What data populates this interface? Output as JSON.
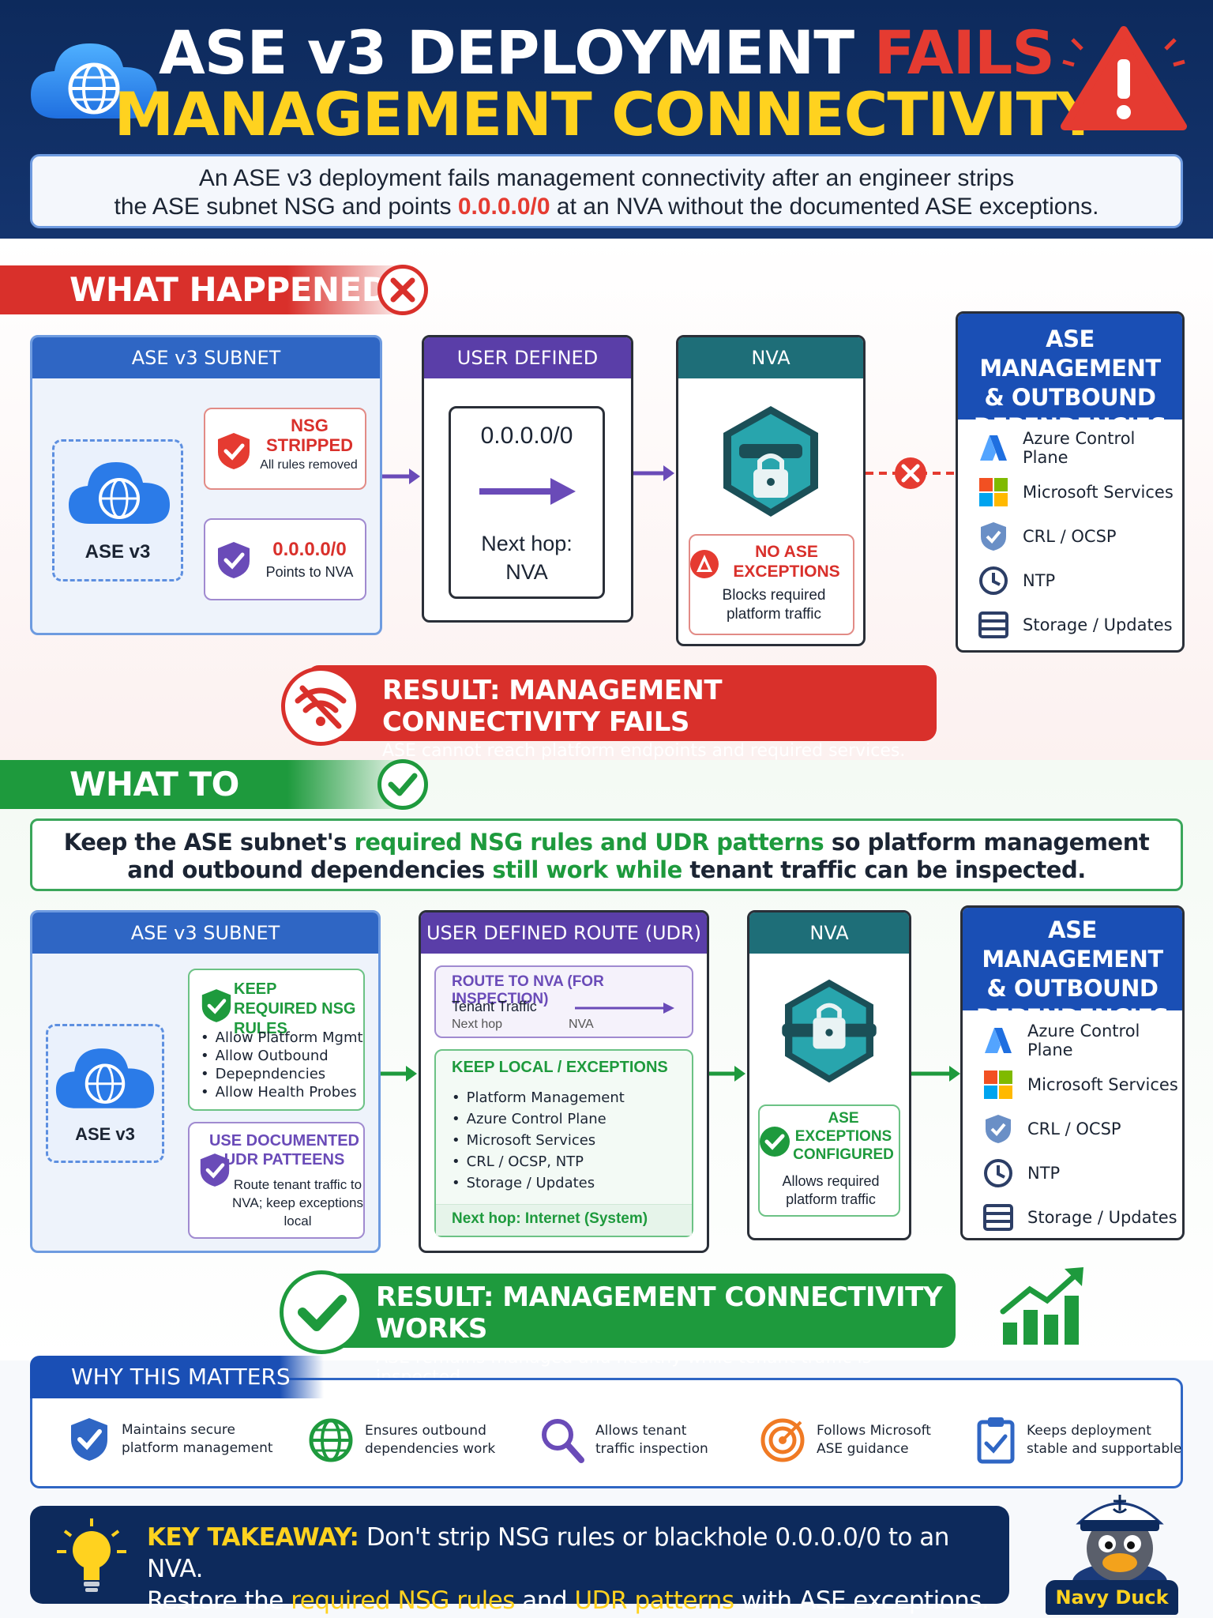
{
  "header": {
    "title_line1_main": "ASE v3 DEPLOYMENT",
    "title_line1_accent": "FAILS",
    "title_line2": "MANAGEMENT CONNECTIVITY",
    "subtitle_part1": "An ASE v3 deployment fails management connectivity after an engineer strips",
    "subtitle_part2": "the ASE subnet NSG and points",
    "subtitle_route": "0.0.0.0/0",
    "subtitle_part3": "at an NVA without the documented ASE exceptions."
  },
  "what_happened": {
    "title": "WHAT HAPPENED",
    "subnet": {
      "header": "ASE v3 SUBNET",
      "ase_label": "ASE v3",
      "nsg_title": "NSG STRIPPED",
      "nsg_sub": "All rules removed",
      "route_title": "0.0.0.0/0",
      "route_sub": "Points to NVA"
    },
    "udr": {
      "header": "USER DEFINED ROUTE",
      "prefix": "0.0.0.0/0",
      "next_hop_label": "Next hop:",
      "next_hop_value": "NVA"
    },
    "nva": {
      "header": "NVA",
      "warn_title": "NO ASE EXCEPTIONS",
      "warn_sub": "Blocks required platform traffic"
    },
    "deps": {
      "header": "ASE MANAGEMENT & OUTBOUND DEPENDENCIES",
      "items": [
        "Azure Control Plane",
        "Microsoft Services",
        "CRL / OCSP",
        "NTP",
        "Storage / Updates"
      ]
    },
    "result": {
      "title": "RESULT: MANAGEMENT CONNECTIVITY FAILS",
      "sub": "ASE cannot reach platform endpoints and required services."
    }
  },
  "what_to_restore": {
    "title": "WHAT TO RESTORE",
    "intro_a": "Keep the ASE subnet's",
    "intro_b": "required NSG rules and UDR patterns",
    "intro_c": "so platform management",
    "intro_d": "and outbound dependencies",
    "intro_e": "still work while",
    "intro_f": "tenant traffic can be inspected.",
    "subnet": {
      "header": "ASE v3 SUBNET",
      "ase_label": "ASE v3",
      "nsg_title": "KEEP REQUIRED NSG RULES",
      "nsg_items": [
        "Allow Platform Mgmt",
        "Allow Outbound",
        "Depepndencies",
        "Allow Health Probes"
      ],
      "udr_title": "USE DOCUMENTED UDR PATTEENS",
      "udr_sub": "Route tenant traffic to NVA; keep exceptions local"
    },
    "udr": {
      "header": "USER DEFINED ROUTE (UDR)",
      "route_title": "ROUTE TO NVA (FOR INSPECTION)",
      "route_line1": "Tenant Traffic",
      "route_line2": "Next hop",
      "route_line2_value": "NVA",
      "local_title": "KEEP LOCAL / EXCEPTIONS",
      "local_items": [
        "Platform Management",
        "Azure Control Plane",
        "Microsoft Services",
        "CRL / OCSP, NTP",
        "Storage / Updates"
      ],
      "local_hop": "Next hop: Internet (System)"
    },
    "nva": {
      "header": "NVA",
      "ok_title": "ASE EXCEPTIONS CONFIGURED",
      "ok_sub": "Allows required platform traffic"
    },
    "deps": {
      "header": "ASE MANAGEMENT & OUTBOUND DEPENDENCIES",
      "items": [
        "Azure Control Plane",
        "Microsoft Services",
        "CRL / OCSP",
        "NTP",
        "Storage / Updates"
      ]
    },
    "result": {
      "title": "RESULT: MANAGEMENT CONNECTIVITY WORKS",
      "sub": "ASE remains managed and healthy while tenant traffic is inspected."
    }
  },
  "why": {
    "title": "WHY THIS MATTERS",
    "items": [
      {
        "line1": "Maintains secure",
        "line2": "platform management",
        "icon": "shield-check-icon"
      },
      {
        "line1": "Ensures outbound",
        "line2": "dependencies work",
        "icon": "globe-icon"
      },
      {
        "line1": "Allows tenant",
        "line2": "traffic inspection",
        "icon": "magnifier-icon"
      },
      {
        "line1": "Follows Microsoft",
        "line2": "ASE guidance",
        "icon": "target-icon"
      },
      {
        "line1": "Keeps deployment",
        "line2": "stable and supportable",
        "icon": "clipboard-check-icon"
      }
    ]
  },
  "takeaway": {
    "label": "KEY TAKEAWAY:",
    "line1": "Don't strip NSG rules or blackhole 0.0.0.0/0 to an NVA.",
    "line2_a": "Restore the",
    "line2_b": "required NSG rules",
    "line2_c": "and",
    "line2_d": "UDR patterns",
    "line2_e": "with ASE exceptions."
  },
  "mascot": {
    "label": "Navy Duck"
  },
  "colors": {
    "red": "#e53b31",
    "green": "#1e9a3d",
    "navy": "#0d2a5c",
    "yellow": "#ffd21f",
    "purple": "#5a3ea8",
    "teal": "#1e6e78"
  }
}
